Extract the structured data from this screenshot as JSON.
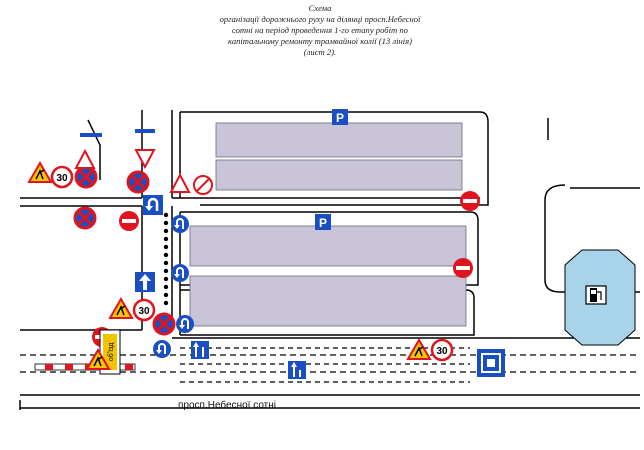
{
  "title": {
    "line1": "Схема",
    "line2": "організації дорожнього руху на ділянці просп.Небесної",
    "line3": "сотні на період проведення 1-го етапу робіт по",
    "line4": "капітальному ремонту трамвайної колії (13 лінія)",
    "line5": "(лист 2)."
  },
  "street_label": "просп.Небесної сотні",
  "signs": {
    "parking_letter": "P",
    "speed_limit": "30",
    "detour_text": "обʼїзд"
  },
  "colors": {
    "sign_blue": "#1a4fc4",
    "sign_red": "#e0141e",
    "sign_yellow": "#f5c400",
    "building_fill": "#c9c4d8",
    "station_fill": "#a8d4ea"
  },
  "icons": [
    "parking-icon",
    "no-stopping-icon",
    "no-entry-icon",
    "speed-limit-icon",
    "roadworks-icon",
    "yield-icon",
    "fuel-station-icon",
    "u-turn-icon",
    "straight-arrow-icon",
    "detour-icon"
  ]
}
